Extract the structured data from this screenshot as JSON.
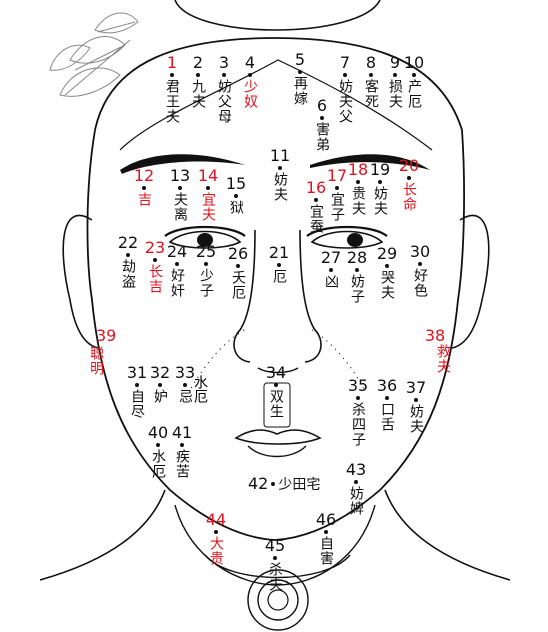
{
  "marks": [
    {
      "n": "1",
      "t": "君王夫",
      "red_n": true,
      "red_t": false
    },
    {
      "n": "2",
      "t": "九夫",
      "red_n": false,
      "red_t": false
    },
    {
      "n": "3",
      "t": "妨父母",
      "red_n": false,
      "red_t": false
    },
    {
      "n": "4",
      "t": "少奴",
      "red_n": false,
      "red_t": true
    },
    {
      "n": "5",
      "t": "再嫁",
      "red_n": false,
      "red_t": false
    },
    {
      "n": "6",
      "t": "害弟",
      "red_n": false,
      "red_t": false
    },
    {
      "n": "7",
      "t": "妨夫父",
      "red_n": false,
      "red_t": false
    },
    {
      "n": "8",
      "t": "客死",
      "red_n": false,
      "red_t": false
    },
    {
      "n": "9",
      "t": "损夫",
      "red_n": false,
      "red_t": false
    },
    {
      "n": "10",
      "t": "产厄",
      "red_n": false,
      "red_t": false
    },
    {
      "n": "11",
      "t": "妨夫",
      "red_n": false,
      "red_t": false
    },
    {
      "n": "12",
      "t": "吉",
      "red_n": true,
      "red_t": true
    },
    {
      "n": "13",
      "t": "夫离",
      "red_n": false,
      "red_t": false
    },
    {
      "n": "14",
      "t": "宜夫",
      "red_n": true,
      "red_t": true
    },
    {
      "n": "15",
      "t": "狱",
      "red_n": false,
      "red_t": false
    },
    {
      "n": "16",
      "t": "宜蚕",
      "red_n": true,
      "red_t": false
    },
    {
      "n": "17",
      "t": "宜子",
      "red_n": true,
      "red_t": false
    },
    {
      "n": "18",
      "t": "贵夫",
      "red_n": true,
      "red_t": false
    },
    {
      "n": "19",
      "t": "妨夫",
      "red_n": false,
      "red_t": false
    },
    {
      "n": "20",
      "t": "长命",
      "red_n": true,
      "red_t": true
    },
    {
      "n": "21",
      "t": "厄",
      "red_n": false,
      "red_t": false
    },
    {
      "n": "22",
      "t": "劫盗",
      "red_n": false,
      "red_t": false
    },
    {
      "n": "23",
      "t": "长吉",
      "red_n": true,
      "red_t": true
    },
    {
      "n": "24",
      "t": "好奸",
      "red_n": false,
      "red_t": false
    },
    {
      "n": "25",
      "t": "少子",
      "red_n": false,
      "red_t": false
    },
    {
      "n": "26",
      "t": "夭厄",
      "red_n": false,
      "red_t": false
    },
    {
      "n": "27",
      "t": "凶",
      "red_n": false,
      "red_t": false
    },
    {
      "n": "28",
      "t": "妨子",
      "red_n": false,
      "red_t": false
    },
    {
      "n": "29",
      "t": "哭夫",
      "red_n": false,
      "red_t": false
    },
    {
      "n": "30",
      "t": "好色",
      "red_n": false,
      "red_t": false
    },
    {
      "n": "31",
      "t": "自尽",
      "red_n": false,
      "red_t": false
    },
    {
      "n": "32",
      "t": "妒",
      "red_n": false,
      "red_t": false
    },
    {
      "n": "33",
      "t": "忌",
      "red_n": false,
      "red_t": false
    },
    {
      "n": "34",
      "t": "双生",
      "red_n": false,
      "red_t": false
    },
    {
      "n": "35",
      "t": "杀四子",
      "red_n": false,
      "red_t": false
    },
    {
      "n": "36",
      "t": "口舌",
      "red_n": false,
      "red_t": false
    },
    {
      "n": "37",
      "t": "妨夫",
      "red_n": false,
      "red_t": false
    },
    {
      "n": "38",
      "t": "救夫",
      "red_n": true,
      "red_t": true
    },
    {
      "n": "39",
      "t": "聪明",
      "red_n": true,
      "red_t": true
    },
    {
      "n": "40",
      "t": "水厄",
      "red_n": false,
      "red_t": false
    },
    {
      "n": "41",
      "t": "疾苦",
      "red_n": false,
      "red_t": false
    },
    {
      "n": "42",
      "t": "少田宅",
      "red_n": false,
      "red_t": false
    },
    {
      "n": "43",
      "t": "妨婢",
      "red_n": false,
      "red_t": false
    },
    {
      "n": "44",
      "t": "大贵",
      "red_n": true,
      "red_t": true
    },
    {
      "n": "45",
      "t": "杀夫",
      "red_n": false,
      "red_t": false
    },
    {
      "n": "46",
      "t": "自害",
      "red_n": false,
      "red_t": false
    }
  ],
  "extra": {
    "shui_e": "水厄"
  },
  "colors": {
    "ink": "#111111",
    "accent": "#e0141e",
    "leaf": "#8a8a8a"
  }
}
